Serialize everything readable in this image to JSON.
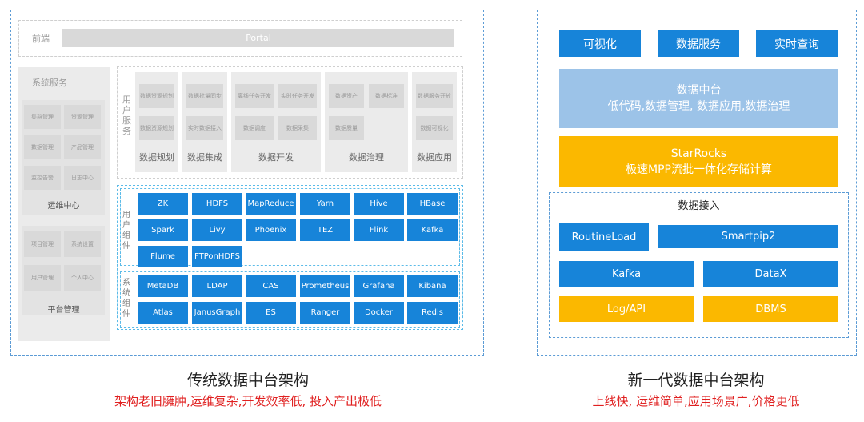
{
  "left": {
    "frontend_label": "前端",
    "portal": "Portal",
    "system_service": {
      "title": "系统服务",
      "ops_items": [
        "集群管理",
        "资源管理",
        "数据管理",
        "产品管理",
        "监控告警",
        "日志中心"
      ],
      "ops_label": "运维中心",
      "platform_items": [
        "项目管理",
        "系统设置",
        "用户管理",
        "个人中心"
      ],
      "platform_label": "平台管理"
    },
    "user_service": {
      "label": "用户服务",
      "groups": [
        {
          "name": "数据规划",
          "items": [
            "数据资源规划",
            "数据资源规划"
          ]
        },
        {
          "name": "数据集成",
          "items": [
            "数据批量同步",
            "实时数据接入"
          ]
        },
        {
          "name": "数据开发",
          "items": [
            "离线任务开发",
            "实时任务开发",
            "数据调度",
            "数据采集"
          ]
        },
        {
          "name": "数据治理",
          "items": [
            "数据资产",
            "数据标准",
            "数据质量"
          ]
        },
        {
          "name": "数据应用",
          "items": [
            "数据服务开放",
            "数据可视化"
          ]
        }
      ]
    },
    "user_components": {
      "label": "用户组件",
      "rows": [
        [
          "ZK",
          "HDFS",
          "MapReduce",
          "Yarn",
          "Hive",
          "HBase"
        ],
        [
          "Spark",
          "Livy",
          "Phoenix",
          "TEZ",
          "Flink",
          "Kafka"
        ],
        [
          "Flume",
          "FTPonHDFS"
        ]
      ]
    },
    "system_components": {
      "label": "系统组件",
      "rows": [
        [
          "MetaDB",
          "LDAP",
          "CAS",
          "Prometheus",
          "Grafana",
          "Kibana"
        ],
        [
          "Atlas",
          "JanusGraph",
          "ES",
          "Ranger",
          "Docker",
          "Redis"
        ]
      ]
    },
    "caption_title": "传统数据中台架构",
    "caption_sub": "架构老旧臃肿,运维复杂,开发效率低, 投入产出极低"
  },
  "right": {
    "top_items": [
      "可视化",
      "数据服务",
      "实时查询"
    ],
    "platform": {
      "title": "数据中台",
      "desc": "低代码,数据管理, 数据应用,数据治理"
    },
    "engine": {
      "title": "StarRocks",
      "desc": "极速MPP流批一体化存储计算"
    },
    "ingest": {
      "title": "数据接入",
      "row1": [
        "RoutineLoad",
        "Smartpip2"
      ],
      "row2": [
        "Kafka",
        "DataX"
      ],
      "row3": [
        "Log/API",
        "DBMS"
      ]
    },
    "caption_title": "新一代数据中台架构",
    "caption_sub": "上线快, 运维简单,应用场景广,价格更低"
  },
  "colors": {
    "blue": "#1784d9",
    "light_blue": "#9cc3e8",
    "mid_blue": "#5b9bd5",
    "gold": "#fbb800",
    "red": "#e02020"
  }
}
